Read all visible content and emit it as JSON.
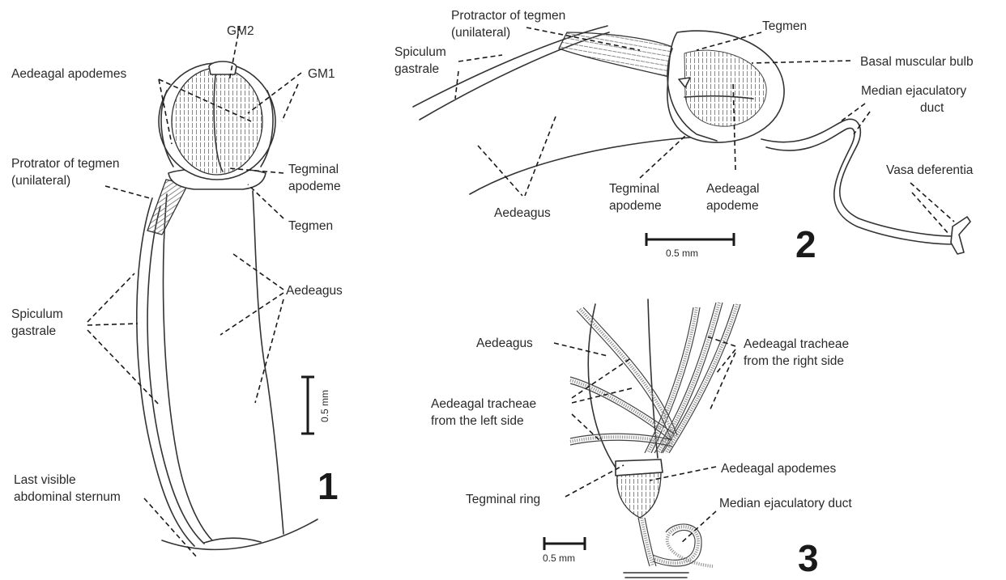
{
  "panel1": {
    "number": "1",
    "labels": {
      "gm2": "GM2",
      "gm1": "GM1",
      "aedeagal_apodemes": "Aedeagal apodemes",
      "protractor_line1": "Protrator of tegmen",
      "protractor_line2": "(unilateral)",
      "tegminal_apodeme_line1": "Tegminal",
      "tegminal_apodeme_line2": "apodeme",
      "tegmen": "Tegmen",
      "aedeagus": "Aedeagus",
      "spiculum_line1": "Spiculum",
      "spiculum_line2": "gastrale",
      "last_sternum_line1": "Last visible",
      "last_sternum_line2": "abdominal sternum"
    },
    "scale_label": "0.5 mm"
  },
  "panel2": {
    "number": "2",
    "labels": {
      "protractor_line1": "Protractor of tegmen",
      "protractor_line2": "(unilateral)",
      "spiculum_line1": "Spiculum",
      "spiculum_line2": "gastrale",
      "tegmen": "Tegmen",
      "basal_bulb": "Basal muscular bulb",
      "median_duct_line1": "Median ejaculatory",
      "median_duct_line2": "duct",
      "vasa": "Vasa deferentia",
      "aedeagus": "Aedeagus",
      "tegminal_apodeme_line1": "Tegminal",
      "tegminal_apodeme_line2": "apodeme",
      "aedeagal_apodeme_line1": "Aedeagal",
      "aedeagal_apodeme_line2": "apodeme"
    },
    "scale_label": "0.5 mm"
  },
  "panel3": {
    "number": "3",
    "labels": {
      "aedeagus": "Aedeagus",
      "tracheae_right_line1": "Aedeagal tracheae",
      "tracheae_right_line2": "from the right side",
      "tracheae_left_line1": "Aedeagal tracheae",
      "tracheae_left_line2": "from the left side",
      "aedeagal_apodemes": "Aedeagal apodemes",
      "tegminal_ring": "Tegminal ring",
      "median_duct": "Median ejaculatory duct"
    },
    "scale_label": "0.5 mm"
  }
}
